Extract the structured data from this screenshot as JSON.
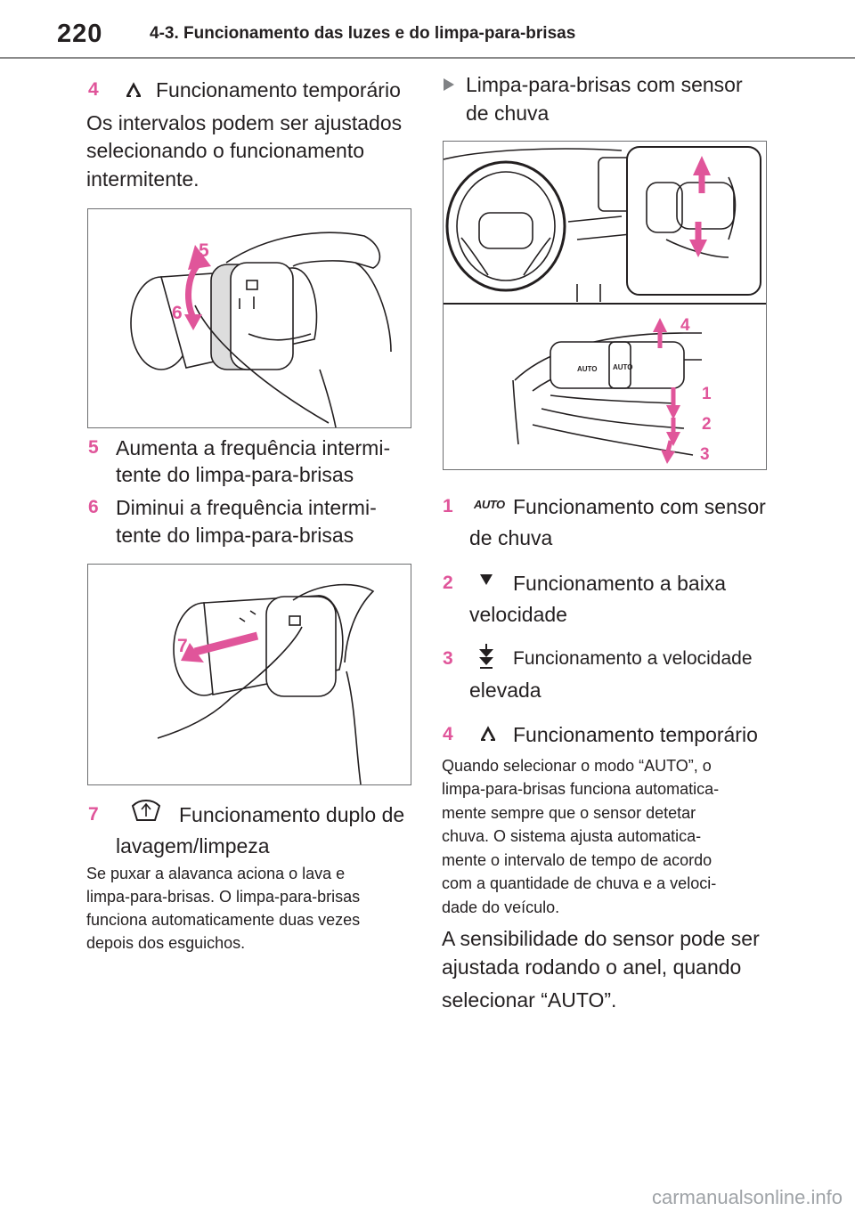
{
  "header": {
    "page_number": "220",
    "section_title": "4-3. Funcionamento das luzes e do limpa-para-brisas"
  },
  "left": {
    "item4": {
      "num": "4",
      "icon": "mist-caret-icon",
      "text": "Funcionamento temporário"
    },
    "para1": [
      "Os intervalos podem ser ajustados",
      "selecionando o funcionamento",
      "intermitente."
    ],
    "fig1_labels": [
      "5",
      "6"
    ],
    "item5": {
      "num": "5",
      "lines": [
        "Aumenta a frequência intermi-",
        "tente do limpa-para-brisas"
      ]
    },
    "item6": {
      "num": "6",
      "lines": [
        "Diminui a frequência intermi-",
        "tente do limpa-para-brisas"
      ]
    },
    "fig2_labels": [
      "7"
    ],
    "item7": {
      "num": "7",
      "icon": "windshield-washer-icon",
      "lines": [
        "Funcionamento duplo de",
        "lavagem/limpeza"
      ]
    },
    "note": [
      "Se puxar a alavanca aciona o lava e",
      "limpa-para-brisas. O limpa-para-brisas",
      "funciona automaticamente duas vezes",
      "depois dos esguichos."
    ]
  },
  "right": {
    "heading": [
      "Limpa-para-brisas com sensor",
      "de chuva"
    ],
    "fig3_labels": [
      "4",
      "1",
      "2",
      "3"
    ],
    "fig3_marks": [
      "AUTO",
      "AUTO"
    ],
    "item1": {
      "num": "1",
      "icon_text": "AUTO",
      "lines": [
        "Funcionamento com sensor",
        "de chuva"
      ]
    },
    "item2": {
      "num": "2",
      "icon": "single-triangle-icon",
      "lines": [
        "Funcionamento a baixa",
        "velocidade"
      ]
    },
    "item3": {
      "num": "3",
      "icon": "double-triangle-icon",
      "lines": [
        "Funcionamento a velocidade",
        "elevada"
      ]
    },
    "item4": {
      "num": "4",
      "icon": "mist-caret-icon",
      "text": "Funcionamento temporário"
    },
    "note": [
      "Quando selecionar o modo “AUTO”, o",
      "limpa-para-brisas funciona automatica-",
      "mente sempre que o sensor detetar",
      "chuva. O sistema ajusta automatica-",
      "mente o intervalo de tempo de acordo",
      "com a quantidade de chuva e a veloci-",
      "dade do veículo."
    ],
    "para2": [
      "A sensibilidade do sensor pode ser",
      "ajustada rodando o anel, quando",
      "selecionar “AUTO”."
    ]
  },
  "footer": {
    "watermark": "carmanualsonline.info"
  },
  "colors": {
    "accent": "#e0559a",
    "text": "#231f20",
    "rule": "#8a8a8a"
  }
}
